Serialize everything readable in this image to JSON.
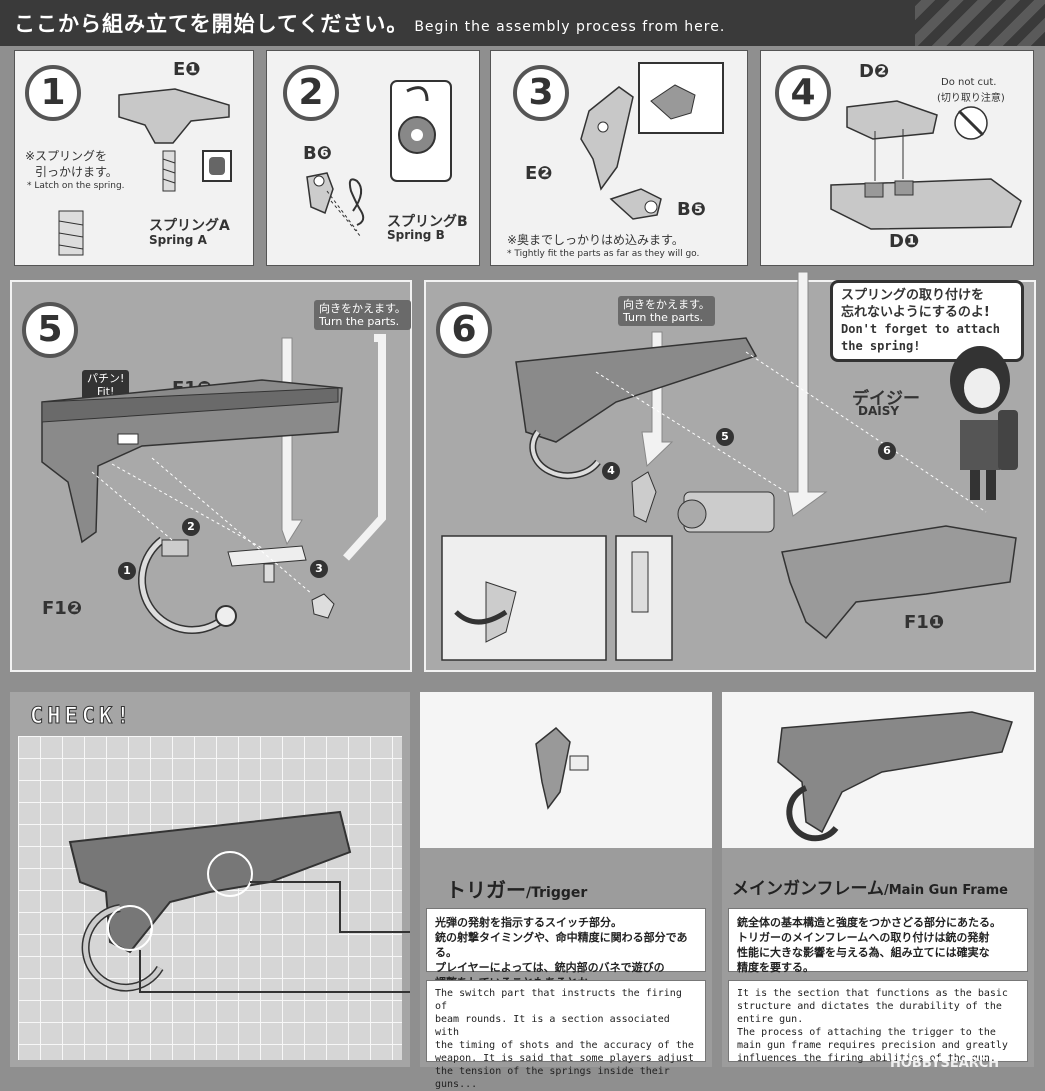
{
  "header": {
    "title_jp": "ここから組み立てを開始してください。",
    "title_en": "Begin the assembly process from here."
  },
  "steps": {
    "s1": {
      "num": "1",
      "part": "E❶",
      "note_jp1": "※スプリングを",
      "note_jp2": "引っかけます。",
      "note_en": "* Latch on the spring.",
      "spring_jp": "スプリングA",
      "spring_en": "Spring A"
    },
    "s2": {
      "num": "2",
      "part": "B❻",
      "spring_jp": "スプリングB",
      "spring_en": "Spring B"
    },
    "s3": {
      "num": "3",
      "part_a": "E❷",
      "part_b": "B❺",
      "note_jp": "※奥までしっかりはめ込みます。",
      "note_en": "* Tightly fit the parts as far as they will go."
    },
    "s4": {
      "num": "4",
      "part_a": "D❷",
      "part_b": "D❶",
      "cut_en": "Do not cut.",
      "cut_jp": "(切り取り注意)"
    },
    "s5": {
      "num": "5",
      "turn_jp": "向きをかえます。",
      "turn_en": "Turn the parts.",
      "fit_jp": "パチン!",
      "fit_en": "Fit!",
      "part_a": "F1❼",
      "part_b": "F1❷",
      "n1": "1",
      "n2": "2",
      "n3": "3"
    },
    "s6": {
      "num": "6",
      "turn_jp": "向きをかえます。",
      "turn_en": "Turn the parts.",
      "part": "F1❶",
      "n4": "4",
      "n5": "5",
      "n6": "6"
    }
  },
  "daisy": {
    "bubble_jp1": "スプリングの取り付けを",
    "bubble_jp2": "忘れないようにするのよ!",
    "bubble_en1": "Don't forget to attach",
    "bubble_en2": "the spring!",
    "name_jp": "デイジー",
    "name_en": "DAISY"
  },
  "check": {
    "title": "CHECK!",
    "trigger": {
      "title_jp": "トリガー",
      "title_en": "/Trigger",
      "jp1": "光弾の発射を指示するスイッチ部分。",
      "jp2": "銃の射撃タイミングや、命中精度に関わる部分である。",
      "jp3": "プレイヤーによっては、銃内部のバネで遊びの",
      "jp4": "調整をしていることもあるとか…。",
      "en1": "The switch part that instructs the firing of",
      "en2": "beam rounds. It is a section associated with",
      "en3": "the timing of shots and the accuracy of the",
      "en4": "weapon. It is said that some players adjust",
      "en5": "the tension of the springs inside their guns..."
    },
    "frame": {
      "title_jp": "メインガンフレーム",
      "title_en": "/Main Gun Frame",
      "jp1": "銃全体の基本構造と強度をつかさどる部分にあたる。",
      "jp2": "トリガーのメインフレームへの取り付けは銃の発射",
      "jp3": "性能に大きな影響を与える為、組み立てには確実な",
      "jp4": "精度を要する。",
      "en1": "It is the section that functions as the basic",
      "en2": "structure and dictates the durability of the",
      "en3": "entire gun.",
      "en4": "The process of attaching the trigger to the",
      "en5": "main gun frame requires precision and greatly",
      "en6": "influences the firing abilities of the gun."
    }
  },
  "watermark": "HOBBYSEARCH"
}
